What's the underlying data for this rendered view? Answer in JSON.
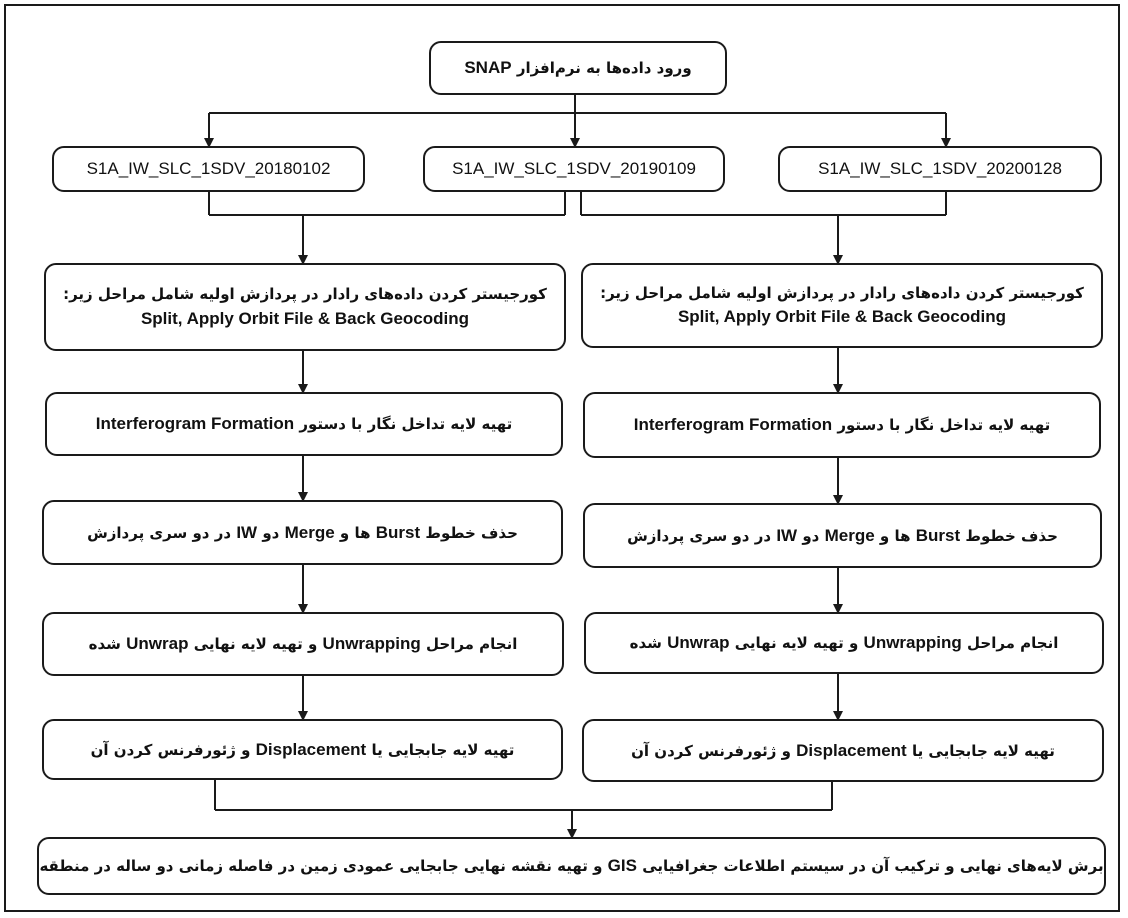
{
  "diagram": {
    "root": {
      "text_fa": "ورود داده‌ها به نرم‌افزار",
      "software": "SNAP"
    },
    "images": [
      "S1A_IW_SLC_1SDV_20180102",
      "S1A_IW_SLC_1SDV_20190109",
      "S1A_IW_SLC_1SDV_20200128"
    ],
    "coregistration": {
      "line1_fa": "کورجیستر کردن داده‌های رادار در پردازش اولیه شامل مراحل زیر:",
      "line2_en": "Split, Apply Orbit File & Back Geocoding"
    },
    "interferogram": {
      "text_fa": "تهیه لایه تداخل نگار با دستور",
      "command": "Interferogram Formation"
    },
    "deburst": {
      "part1": "حذف خطوط",
      "burst": "Burst",
      "part2": "ها و",
      "merge": "Merge",
      "part3": "دو",
      "iw": "IW",
      "part4": "در دو سری پردازش"
    },
    "unwrap": {
      "part1": "انجام مراحل",
      "unwrapping": "Unwrapping",
      "part2": "و تهیه لایه نهایی",
      "unwrap": "Unwrap",
      "part3": "شده"
    },
    "displacement": {
      "part1": "تهیه لایه جابجایی یا",
      "displacement": "Displacement",
      "part2": "و ژئورفرنس کردن آن"
    },
    "final": {
      "part1": "برش لایه‌های نهایی و ترکیب آن در سیستم اطلاعات جغرافیایی",
      "gis": "GIS",
      "part2": "و تهیه نقشه نهایی جابجایی عمودی زمین در فاصله زمانی دو ساله در منطقه"
    }
  }
}
